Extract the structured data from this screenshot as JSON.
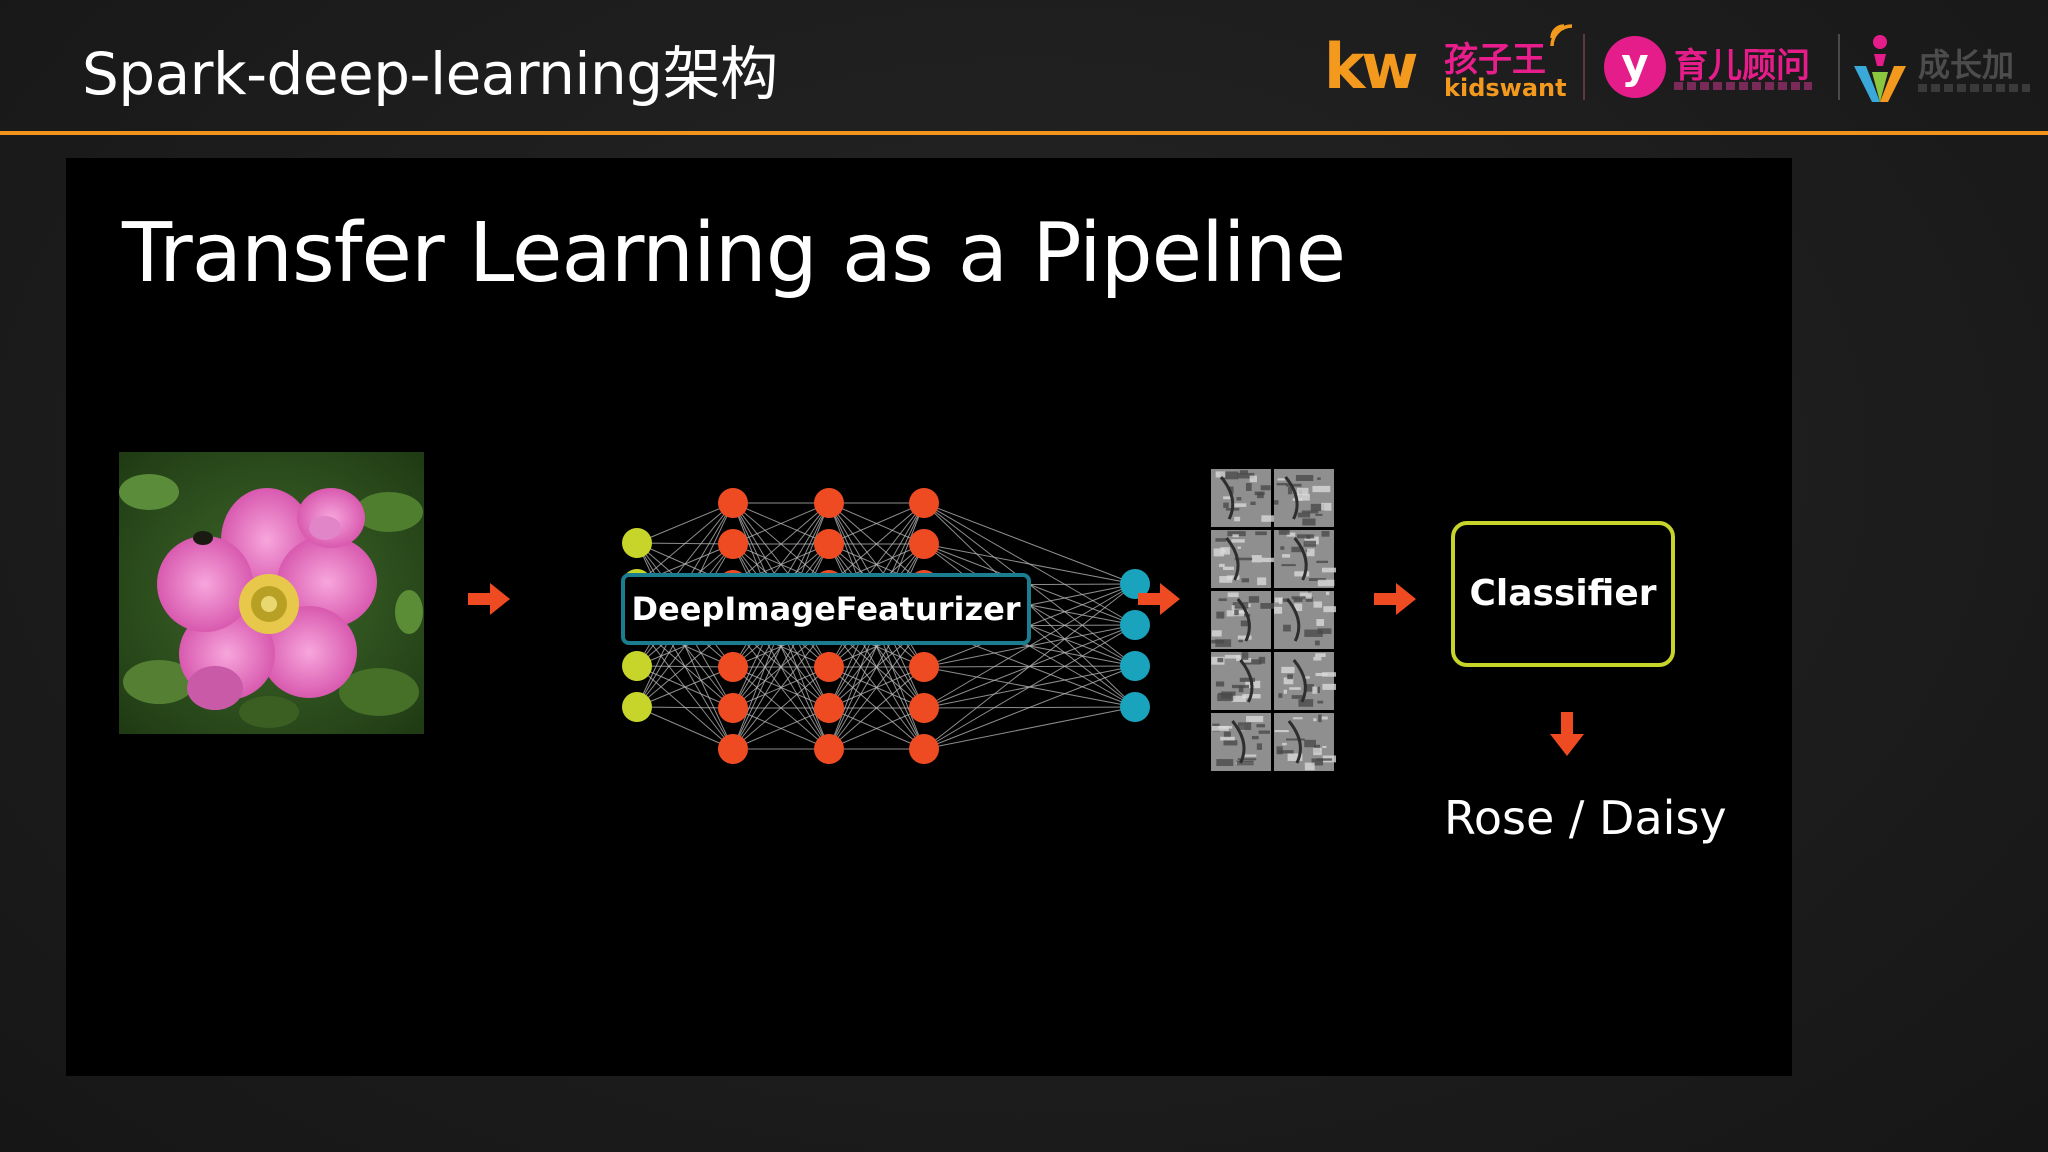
{
  "header": {
    "title": "Spark-deep-learning架构",
    "accent_color": "#f0941e",
    "logos": {
      "kidswant": {
        "letters": "kw",
        "cn": "孩子王",
        "en": "kidswant"
      },
      "yuer": {
        "mark": "y",
        "cn": "育儿顾问"
      },
      "chengzhang": {
        "cn": "成长加"
      }
    }
  },
  "slide": {
    "title": "Transfer Learning as a Pipeline",
    "flower_image": "pink rose photo",
    "featurizer_label": "DeepImageFeaturizer",
    "classifier_label": "Classifier",
    "result_label": "Rose / Daisy",
    "colors": {
      "input_nodes": "#c7d42a",
      "hidden_nodes": "#ef4b22",
      "output_nodes": "#1aa3bd",
      "arrows": "#ef4b22",
      "featurizer_border": "#1b7e90",
      "classifier_border": "#c7d42a"
    },
    "network": {
      "input_nodes": 5,
      "hidden_layers": 3,
      "hidden_nodes_per_layer": 7,
      "output_nodes": 4
    },
    "icons": [
      "right-arrow-icon",
      "down-arrow-icon"
    ]
  }
}
